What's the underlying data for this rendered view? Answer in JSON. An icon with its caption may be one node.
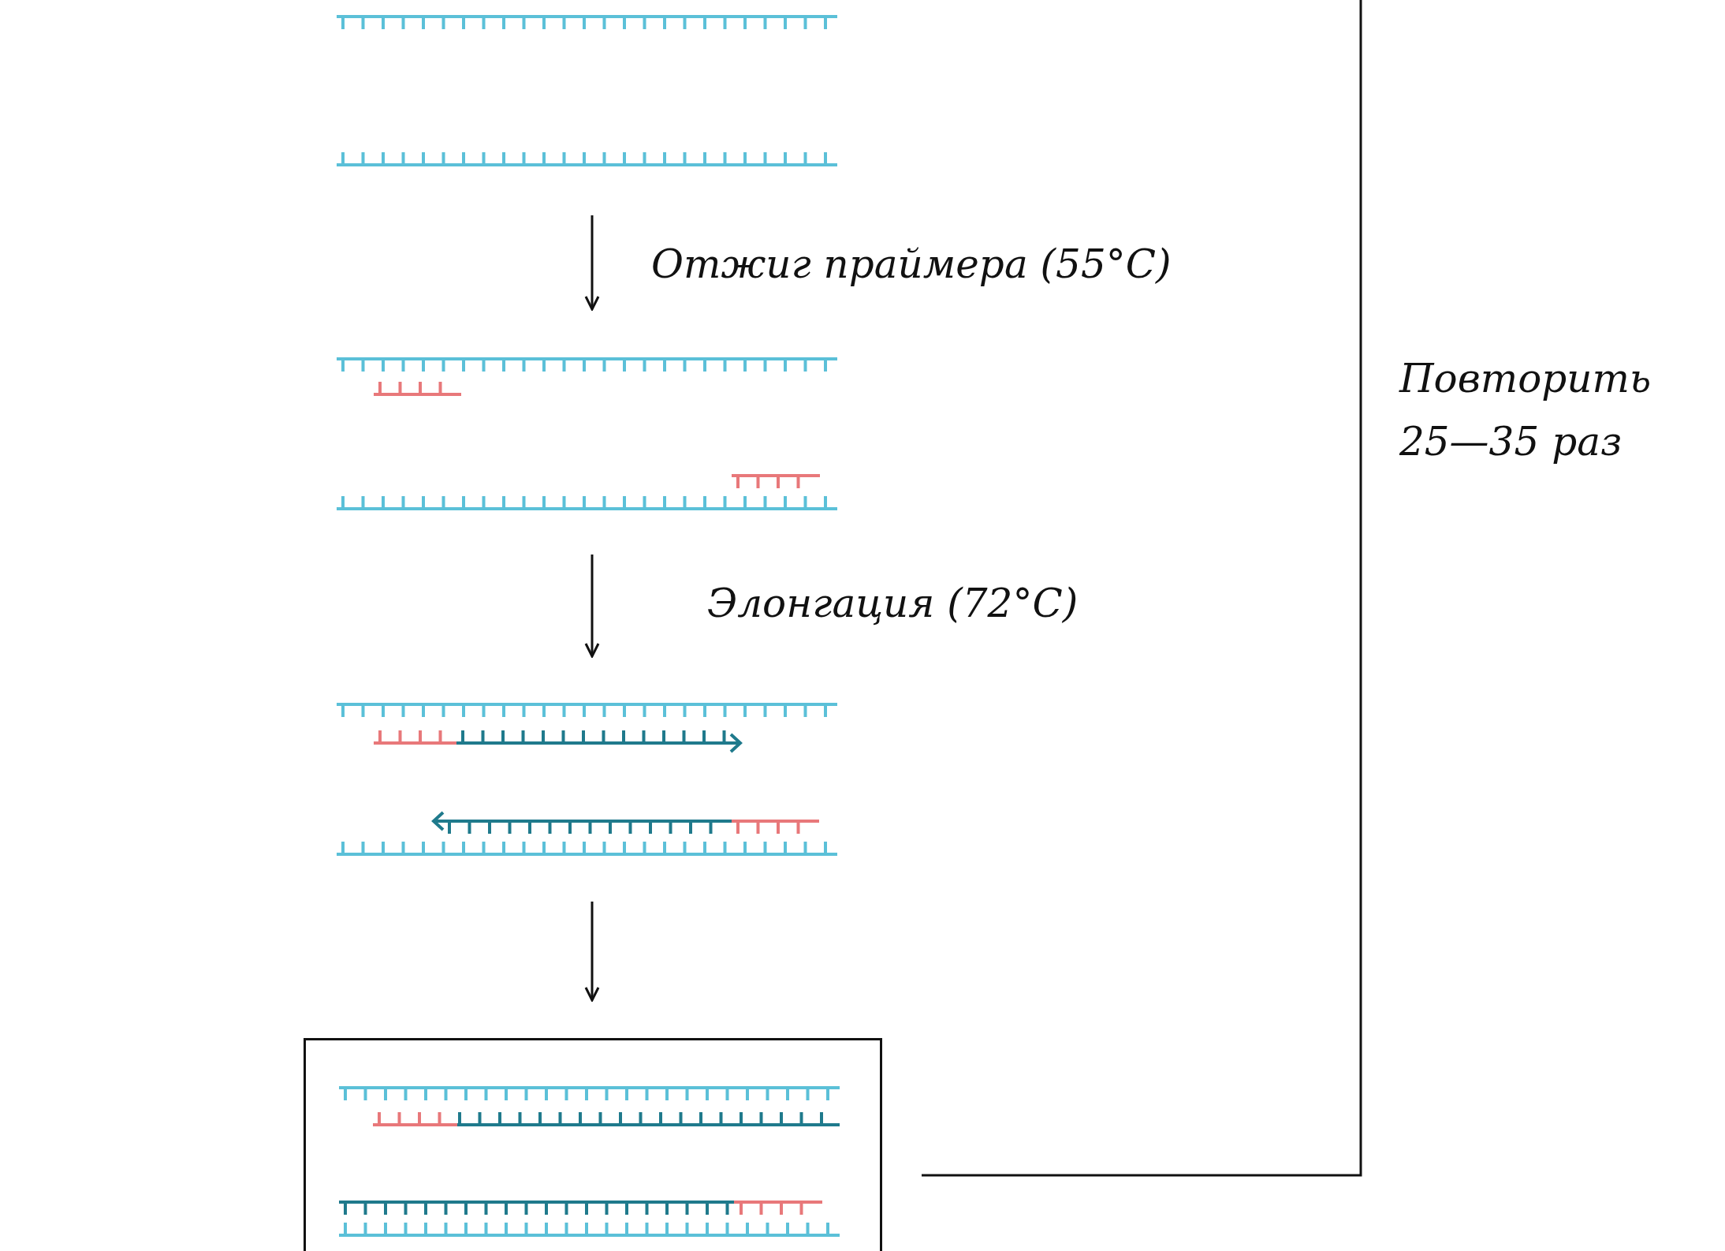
{
  "diagram": {
    "nodes": [
      {
        "text": [],
        "shape": "picture"
      },
      {
        "text": [],
        "shape": "picture"
      },
      {
        "text": [],
        "shape": "picture"
      },
      {
        "text": [],
        "shape": "box"
      }
    ],
    "edges": [
      {
        "from": 0,
        "to": 1,
        "arrow": "to",
        "label": "Отжиг праймера (55°C)"
      },
      {
        "from": 1,
        "to": 2,
        "arrow": "to",
        "label": "Элонгация (72°C)"
      },
      {
        "from": 2,
        "to": 3,
        "arrow": "to"
      },
      {
        "from": 3,
        "to": null,
        "arrow": "none",
        "label": "Повторить 25—35 раз"
      }
    ]
  }
}
